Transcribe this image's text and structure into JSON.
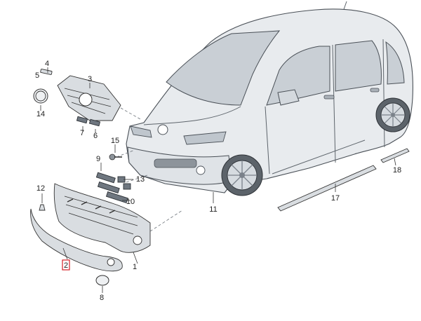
{
  "colors": {
    "background": "#ffffff",
    "car_body": "#e8ebee",
    "part_fill": "#d9dde1",
    "dark_part": "#6f7780",
    "outline": "#333333",
    "highlight_box": "#d61f26"
  },
  "highlighted_callout": "2",
  "callouts": [
    {
      "label": "1"
    },
    {
      "label": "2"
    },
    {
      "label": "3"
    },
    {
      "label": "4"
    },
    {
      "label": "5"
    },
    {
      "label": "6"
    },
    {
      "label": "7"
    },
    {
      "label": "8"
    },
    {
      "label": "9"
    },
    {
      "label": "10"
    },
    {
      "label": "11"
    },
    {
      "label": "12"
    },
    {
      "label": "13"
    },
    {
      "label": "14"
    },
    {
      "label": "15"
    },
    {
      "label": "17"
    },
    {
      "label": "18"
    }
  ]
}
